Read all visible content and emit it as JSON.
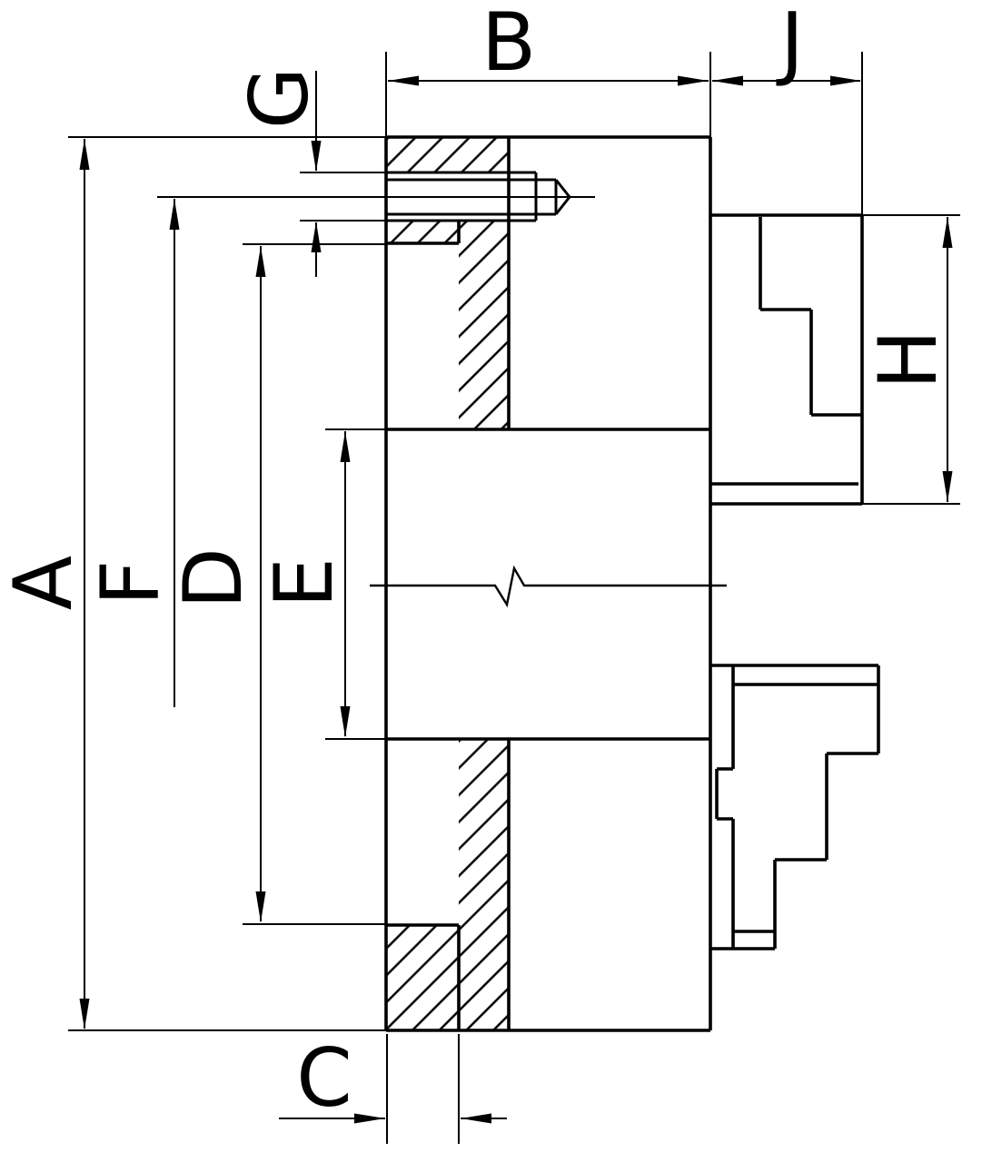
{
  "drawing": {
    "background_color": "#ffffff",
    "line_color": "#000000",
    "labels": {
      "a": "A",
      "b": "B",
      "c": "C",
      "d": "D",
      "e": "E",
      "f": "F",
      "g": "G",
      "h": "H",
      "j": "J"
    },
    "dimension_list": [
      "A",
      "B",
      "C",
      "D",
      "E",
      "F",
      "G",
      "H",
      "J"
    ]
  }
}
